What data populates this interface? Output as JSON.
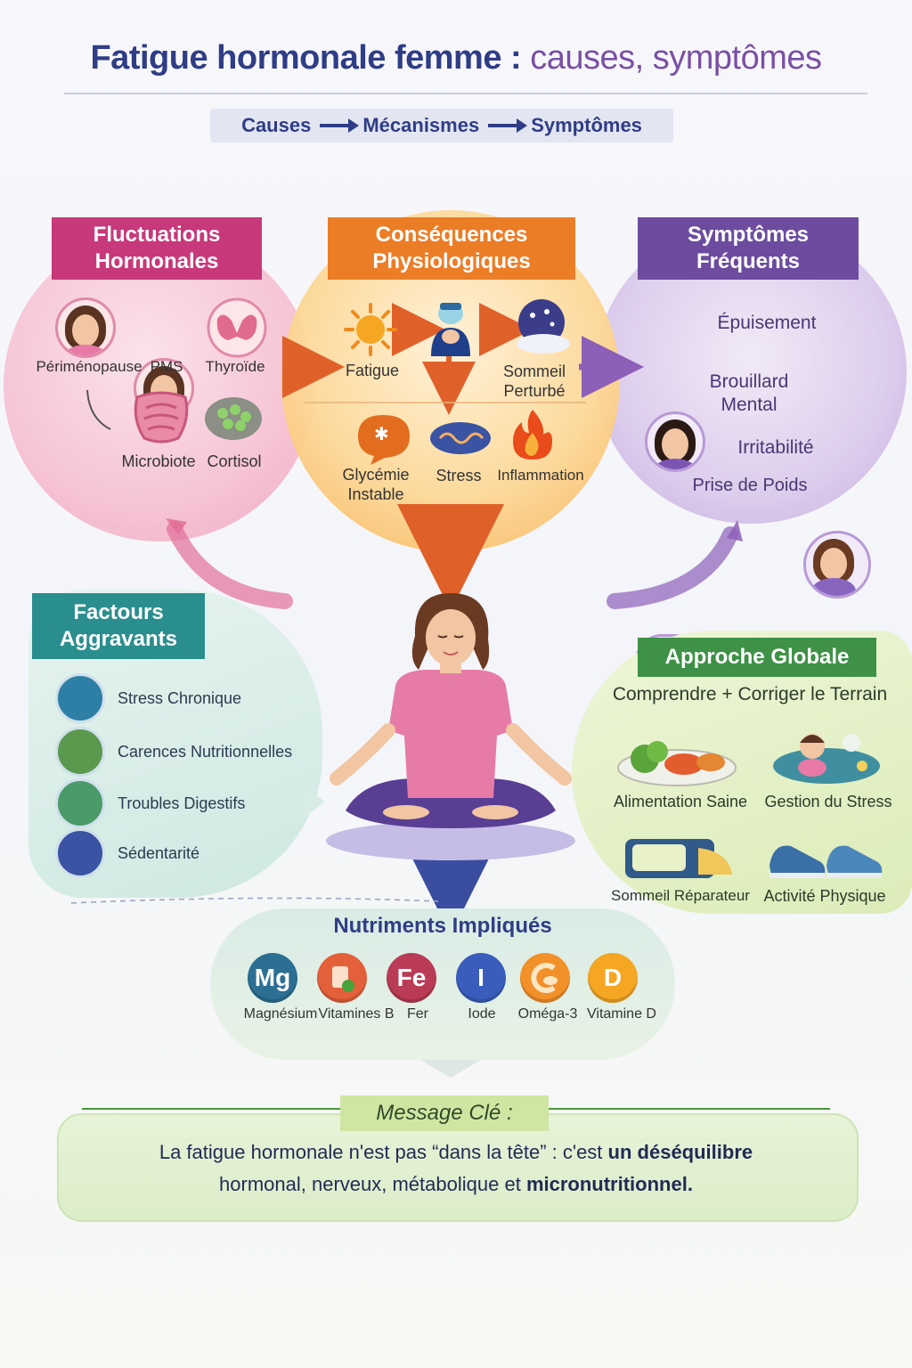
{
  "header": {
    "title_main": "Fatigue hormonale femme :",
    "title_accent": "causes, symptômes",
    "flow": [
      "Causes",
      "Mécanismes",
      "Symptômes"
    ]
  },
  "hormonal": {
    "title_line1": "Fluctuations",
    "title_line2": "Hormonales",
    "items": [
      "Périménopause",
      "PMS",
      "Thyroïde",
      "Microbiote",
      "Cortisol"
    ]
  },
  "physiological": {
    "title_line1": "Conséquences",
    "title_line2": "Physiologiques",
    "items": [
      "Fatigue",
      "Sommeil",
      "Perturbé",
      "Glycémie",
      "Instable",
      "Stress",
      "Inflammation"
    ]
  },
  "symptoms": {
    "title_line1": "Symptômes",
    "title_line2": "Fréquents",
    "items": [
      "Épuisement",
      "Brouillard",
      "Mental",
      "Irritabilité",
      "Prise de Poids"
    ]
  },
  "aggravating": {
    "title_line1": "Factours",
    "title_line2": "Aggravants",
    "items": [
      "Stress Chronique",
      "Carences Nutritionnelles",
      "Troubles Digestifs",
      "Sédentarité"
    ]
  },
  "approach": {
    "title": "Approche Globale",
    "subtitle": "Comprendre + Corriger le Terrain",
    "items": [
      "Alimentation Saine",
      "Gestion du Stress",
      "Sommeil Réparateur",
      "Activité Physique"
    ]
  },
  "nutrients": {
    "title": "Nutriments Impliqués",
    "symbols": [
      "Mg",
      "",
      "Fe",
      "I",
      "",
      "D"
    ],
    "labels": [
      "Magnésium",
      "Vitamines B",
      "Fer",
      "Iode",
      "Oméga-3",
      "Vitamine D"
    ]
  },
  "message": {
    "heading": "Message Clé :",
    "part1": "La fatigue hormonale n'est pas “dans la tête” : c'est",
    "bold1": "un déséquilibre",
    "part2": "hormonal, nerveux, métabolique et",
    "bold2": "micronutritionnel."
  },
  "colors": {
    "pink": "#c7397a",
    "orange": "#ec7d27",
    "purple": "#6d4c9f",
    "teal": "#2b8e8e",
    "green": "#3e9146",
    "navy": "#2f3d86"
  },
  "icons": [
    "woman-face-icon",
    "thyroid-icon",
    "intestine-icon",
    "cortisol-cell-icon",
    "sun-icon",
    "sleeping-person-icon",
    "moon-cloud-icon",
    "glucose-icon",
    "stress-icon",
    "flame-icon",
    "meditating-woman-icon",
    "running-shoes-icon",
    "healthy-food-icon",
    "bed-icon"
  ]
}
